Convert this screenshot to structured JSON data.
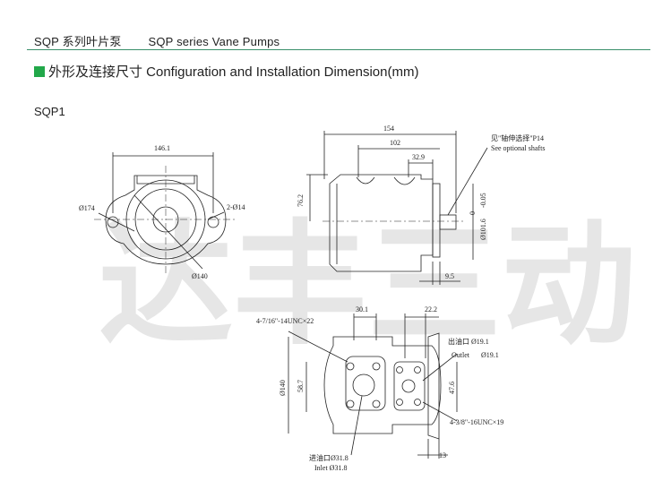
{
  "header": {
    "cn_title": "SQP  系列叶片泵",
    "en_title": "SQP series Vane Pumps"
  },
  "section_title": "外形及连接尺寸 Configuration and Installation Dimension(mm)",
  "model": "SQP1",
  "watermark": "达丰三动",
  "colors": {
    "accent": "#22a84a",
    "rule": "#3a8f6a"
  },
  "front_view": {
    "width": "146.1",
    "flange_dia": "Ø174",
    "holes": "2-Ø14",
    "pilot_dia": "Ø140"
  },
  "side_view": {
    "total_length": "154",
    "length_102": "102",
    "length_329": "32.9",
    "height": "76.2",
    "shaft_dia": "Ø101.6",
    "tol_upper": "0",
    "tol_lower": "-0.05",
    "shaft_len": "9.5",
    "note_cn": "见\"轴伸选择\"P14",
    "note_en": "See optional shafts"
  },
  "port_view": {
    "inlet_thread": "4-7/16\"-14UNC×22",
    "dim_301": "30.1",
    "dim_222": "22.2",
    "outlet_cn": "出油口 Ø19.1",
    "outlet_en": "Outlet",
    "outlet_dia": "Ø19.1",
    "height_140": "Ø140",
    "height_587": "58.7",
    "height_476": "47.6",
    "outlet_thread": "4-3/8\"-16UNC×19",
    "inlet_cn": "进油口Ø31.8",
    "inlet_en": "Inlet Ø31.8",
    "dim_13": "13"
  }
}
